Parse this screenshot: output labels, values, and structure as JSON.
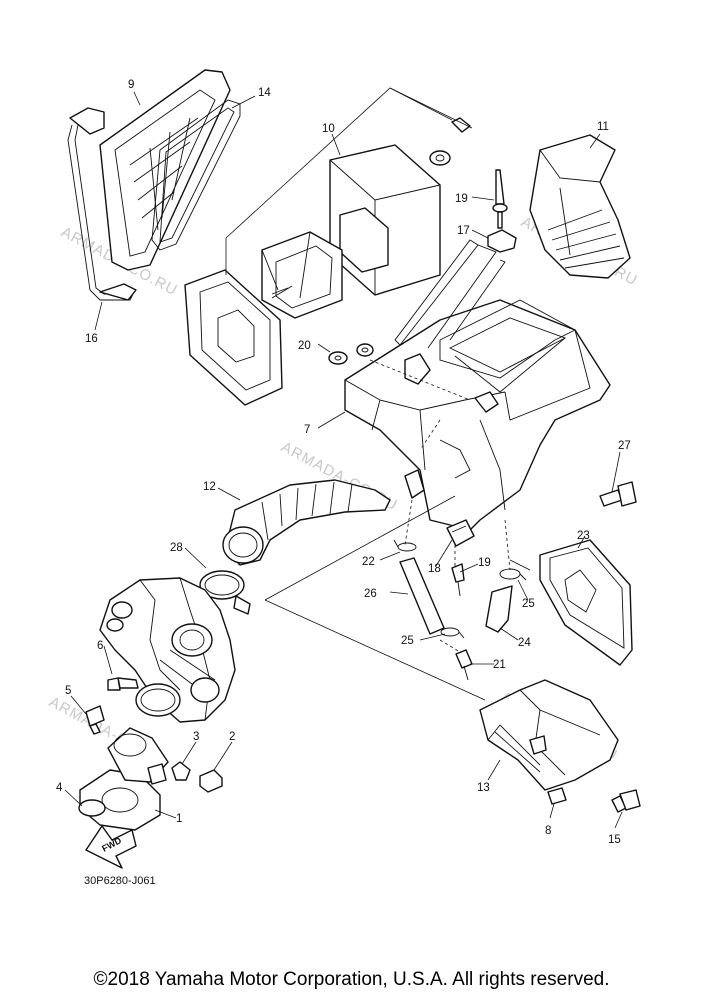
{
  "diagram": {
    "drawing_code": "30P6280-J061",
    "copyright": "©2018 Yamaha Motor Corporation, U.S.A. All rights reserved.",
    "watermark": "ARMADA-CO.RU",
    "fwd_label": "FWD",
    "callouts": {
      "n1": "1",
      "n2": "2",
      "n3": "3",
      "n4": "4",
      "n5": "5",
      "n6": "6",
      "n7": "7",
      "n8": "8",
      "n9": "9",
      "n10": "10",
      "n11": "11",
      "n12": "12",
      "n13": "13",
      "n14": "14",
      "n15": "15",
      "n16": "16",
      "n17": "17",
      "n18": "18",
      "n19a": "19",
      "n19b": "19",
      "n20": "20",
      "n21": "21",
      "n22": "22",
      "n23": "23",
      "n24": "24",
      "n25a": "25",
      "n25b": "25",
      "n26": "26",
      "n27": "27",
      "n28": "28"
    }
  }
}
